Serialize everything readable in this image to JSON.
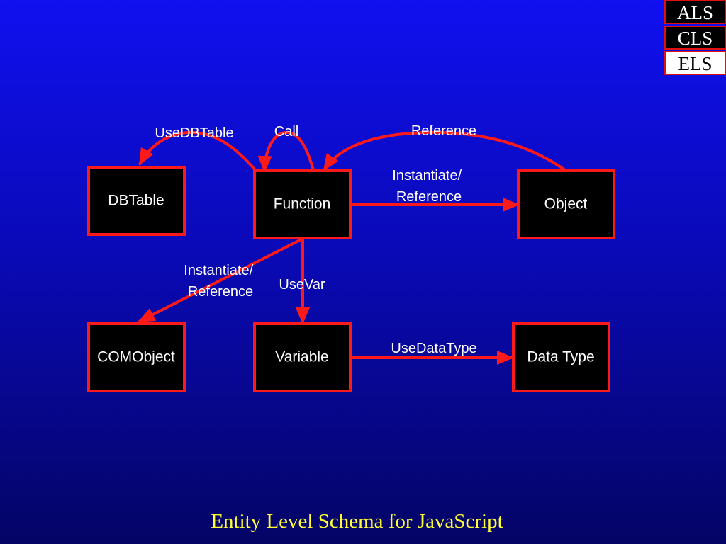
{
  "slide": {
    "title": "Entity Level Schema for JavaScript"
  },
  "level_nav": [
    {
      "label": "ALS",
      "active": false
    },
    {
      "label": "CLS",
      "active": false
    },
    {
      "label": "ELS",
      "active": true
    }
  ],
  "colors": {
    "background_top": "#1010f0",
    "background_bottom": "#040466",
    "node_fill": "#000000",
    "node_border": "#ff1a1a",
    "edge": "#ff1a1a",
    "label_text": "#ffffff",
    "title_text": "#ffff33"
  },
  "diagram": {
    "nodes": [
      {
        "id": "dbtable",
        "label": "DBTable"
      },
      {
        "id": "function",
        "label": "Function"
      },
      {
        "id": "object",
        "label": "Object"
      },
      {
        "id": "comobject",
        "label": "COMObject"
      },
      {
        "id": "variable",
        "label": "Variable"
      },
      {
        "id": "datatype",
        "label": "Data Type"
      }
    ],
    "edges": [
      {
        "id": "usedbtable",
        "from": "function",
        "to": "dbtable",
        "label": [
          "UseDBTable"
        ]
      },
      {
        "id": "call",
        "from": "function",
        "to": "function",
        "label": [
          "Call"
        ]
      },
      {
        "id": "reference",
        "from": "object",
        "to": "function",
        "label": [
          "Reference"
        ]
      },
      {
        "id": "instantiate-object",
        "from": "function",
        "to": "object",
        "label": [
          "Instantiate/",
          "Reference"
        ]
      },
      {
        "id": "instantiate-comobject",
        "from": "function",
        "to": "comobject",
        "label": [
          "Instantiate/",
          "Reference"
        ]
      },
      {
        "id": "usevar",
        "from": "function",
        "to": "variable",
        "label": [
          "UseVar"
        ]
      },
      {
        "id": "usedatatype",
        "from": "variable",
        "to": "datatype",
        "label": [
          "UseDataType"
        ]
      }
    ]
  }
}
